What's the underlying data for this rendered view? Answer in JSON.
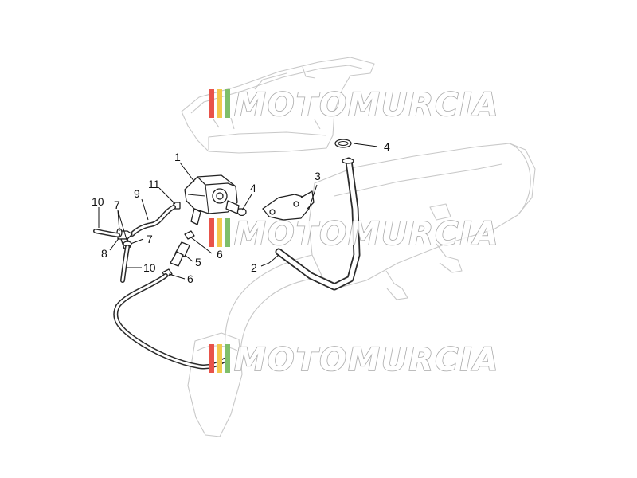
{
  "watermark": {
    "text": "MOTOMURCIA",
    "stripe_colors": [
      "#e8534a",
      "#f2c94c",
      "#7fbf6a"
    ],
    "text_color": "#ffffff",
    "outline_color": "#9a9a9a"
  },
  "callouts": [
    {
      "id": "c1",
      "label": "1"
    },
    {
      "id": "c2",
      "label": "2"
    },
    {
      "id": "c3",
      "label": "3"
    },
    {
      "id": "c4a",
      "label": "4"
    },
    {
      "id": "c4b",
      "label": "4"
    },
    {
      "id": "c5",
      "label": "5"
    },
    {
      "id": "c6a",
      "label": "6"
    },
    {
      "id": "c6b",
      "label": "6"
    },
    {
      "id": "c7a",
      "label": "7"
    },
    {
      "id": "c7b",
      "label": "7"
    },
    {
      "id": "c8",
      "label": "8"
    },
    {
      "id": "c9",
      "label": "9"
    },
    {
      "id": "c10a",
      "label": "10"
    },
    {
      "id": "c10b",
      "label": "10"
    },
    {
      "id": "c11",
      "label": "11"
    }
  ],
  "colors": {
    "background": "#ffffff",
    "line_art": "#222222",
    "ghost_parts": "#c8c8c8"
  }
}
